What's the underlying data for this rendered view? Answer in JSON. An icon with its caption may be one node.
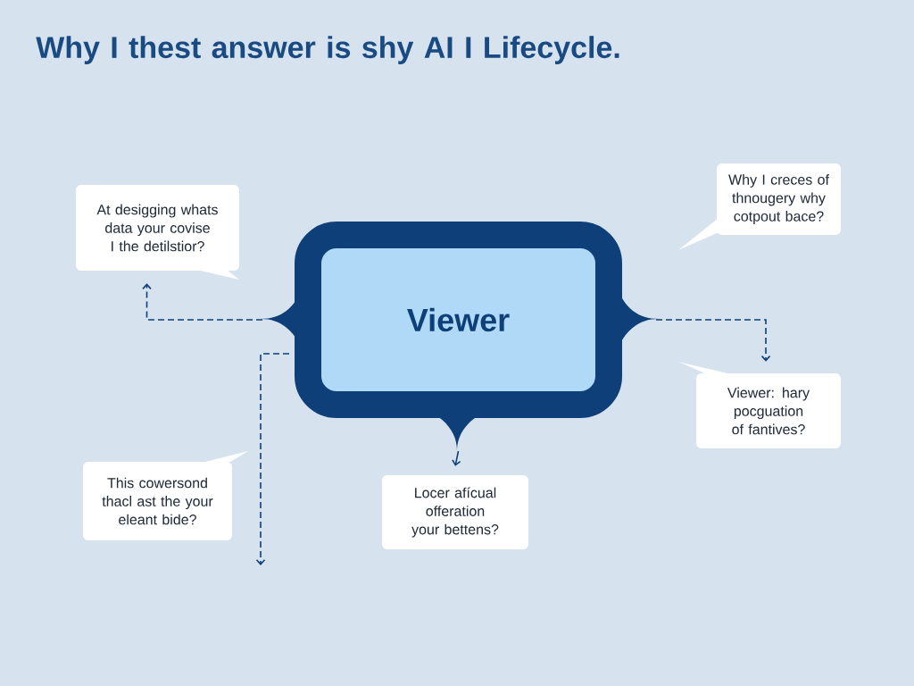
{
  "diagram": {
    "title": "Why I thest answer is shy AI I Lifecycle.",
    "nodes": [
      {
        "text": [
          "Viewer"
        ]
      },
      {
        "text": [
          "At desigging whats data your covise I the detilstior?"
        ]
      },
      {
        "text": [
          "Why I creces of thnougery why cotpout bace?"
        ]
      },
      {
        "text": [
          "Viewer: hary pocguation of fantives?"
        ]
      },
      {
        "text": [
          "This cowersond thacl ast the your eleant bide?"
        ]
      },
      {
        "text": [
          "Locer afícual offeration your bettens?"
        ]
      }
    ],
    "edges": [
      {
        "from": 0,
        "to": 1,
        "arrow": "to",
        "style": "dashed"
      },
      {
        "from": 0,
        "to": 3,
        "arrow": "to",
        "style": "dashed"
      },
      {
        "from": 0,
        "to": null,
        "arrow": "to",
        "style": "dashed"
      },
      {
        "from": 0,
        "to": 5,
        "arrow": "to"
      }
    ]
  }
}
